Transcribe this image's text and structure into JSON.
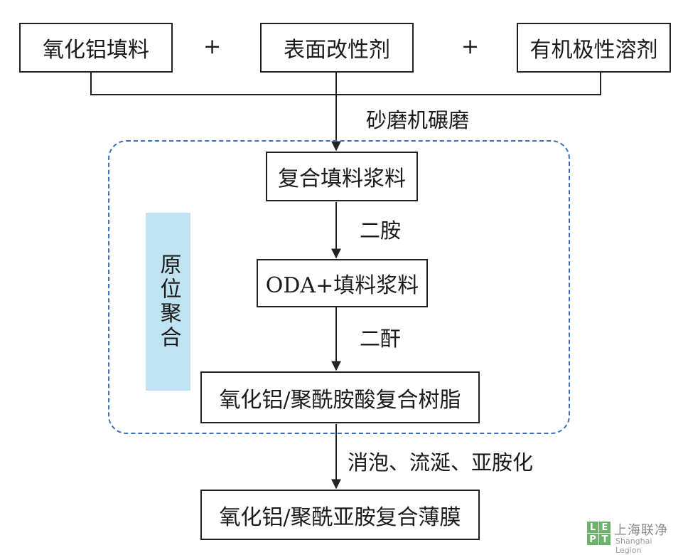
{
  "inputs": {
    "filler": "氧化铝填料",
    "modifier": "表面改性剂",
    "solvent": "有机极性溶剂",
    "plus1": "+",
    "plus2": "+"
  },
  "steps": {
    "step1_label": "砂磨机碾磨",
    "box1": "复合填料浆料",
    "step2_label": "二胺",
    "box2": "ODA+填料浆料",
    "step3_label": "二酐",
    "box3": "氧化铝/聚酰胺酸复合树脂",
    "step4_label": "消泡、流涎、亚胺化",
    "box4": "氧化铝/聚酰亚胺复合薄膜"
  },
  "region": {
    "label": "原位聚合",
    "border_color": "#3e6fb8",
    "band_color": "#bfe3f3"
  },
  "watermark": {
    "letters": [
      "L",
      "E",
      "P",
      "T"
    ],
    "cn": "上海联净",
    "en": "Shanghai Legion",
    "color": "#6bb36a"
  }
}
